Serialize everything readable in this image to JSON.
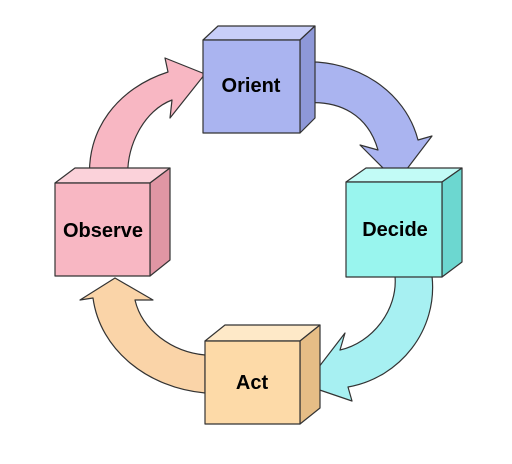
{
  "diagram": {
    "nodes": [
      {
        "id": "orient",
        "label": "Orient",
        "color": "#AAB4F0",
        "shade": "#8E98D8",
        "top": "#C8CEF8"
      },
      {
        "id": "decide",
        "label": "Decide",
        "color": "#99F5EE",
        "shade": "#6CD7D0",
        "top": "#C2FBF6"
      },
      {
        "id": "act",
        "label": "Act",
        "color": "#FDDAA8",
        "shade": "#E6BD86",
        "top": "#FEE9C8"
      },
      {
        "id": "observe",
        "label": "Observe",
        "color": "#F8B7C3",
        "shade": "#E096A4",
        "top": "#FBD2DA"
      }
    ],
    "arrows": [
      {
        "from": "orient",
        "to": "decide",
        "color": "#AAB4F0"
      },
      {
        "from": "decide",
        "to": "act",
        "color": "#A7F0F2"
      },
      {
        "from": "act",
        "to": "observe",
        "color": "#FAD4A8"
      },
      {
        "from": "observe",
        "to": "orient",
        "color": "#F8B7C3"
      }
    ]
  }
}
